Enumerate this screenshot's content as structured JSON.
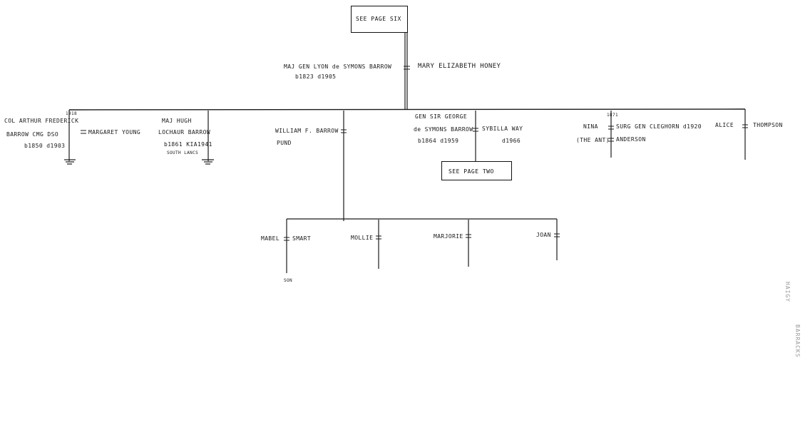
{
  "references": {
    "top": "SEE PAGE SIX",
    "bottom": "SEE PAGE TWO"
  },
  "root": {
    "husband_line1": "MAJ GEN LYON de SYMONS BARROW",
    "husband_line2": "b1823 d1905",
    "wife": "MARY ELIZABETH HONEY"
  },
  "children": [
    {
      "marker": "1918",
      "name_line1": "COL ARTHUR FREDERICK",
      "name_line2": "BARROW CMG DSO",
      "name_line3": "b1850 d1903",
      "spouse": "MARGARET YOUNG"
    },
    {
      "name_line1": "MAJ HUGH",
      "name_line2": "LOCHAUR BARROW",
      "name_line3": "b1861 KIA1941",
      "name_line4": "SOUTH LANCS"
    },
    {
      "name_line1": "WILLIAM F. BARROW",
      "name_line2": "PUND"
    },
    {
      "name_line1": "GEN SIR GEORGE",
      "name_line2": "de SYMONS BARROW",
      "name_line3": "b1864 d1959",
      "spouse_line1": "SYBILLA WAY",
      "spouse_line2": "d1966"
    },
    {
      "marker": "1871",
      "name_line1": "NINA",
      "name_line2": "(THE ANT)",
      "spouse_line1": "SURG GEN CLEGHORN d1920",
      "spouse_line2": "ANDERSON"
    },
    {
      "name": "ALICE",
      "spouse": "THOMPSON"
    }
  ],
  "grandchildren": [
    {
      "name": "MABEL",
      "spouse": "SMART",
      "child": "SON"
    },
    {
      "name": "MOLLIE"
    },
    {
      "name": "MARJORIE"
    },
    {
      "name": "JOAN"
    }
  ],
  "margin_note": {
    "line1": "HAIGY",
    "line2": "BARRACKS"
  },
  "colors": {
    "ink": "#1a1a1a",
    "faint": "#9a9a9a",
    "paper": "#ffffff"
  }
}
